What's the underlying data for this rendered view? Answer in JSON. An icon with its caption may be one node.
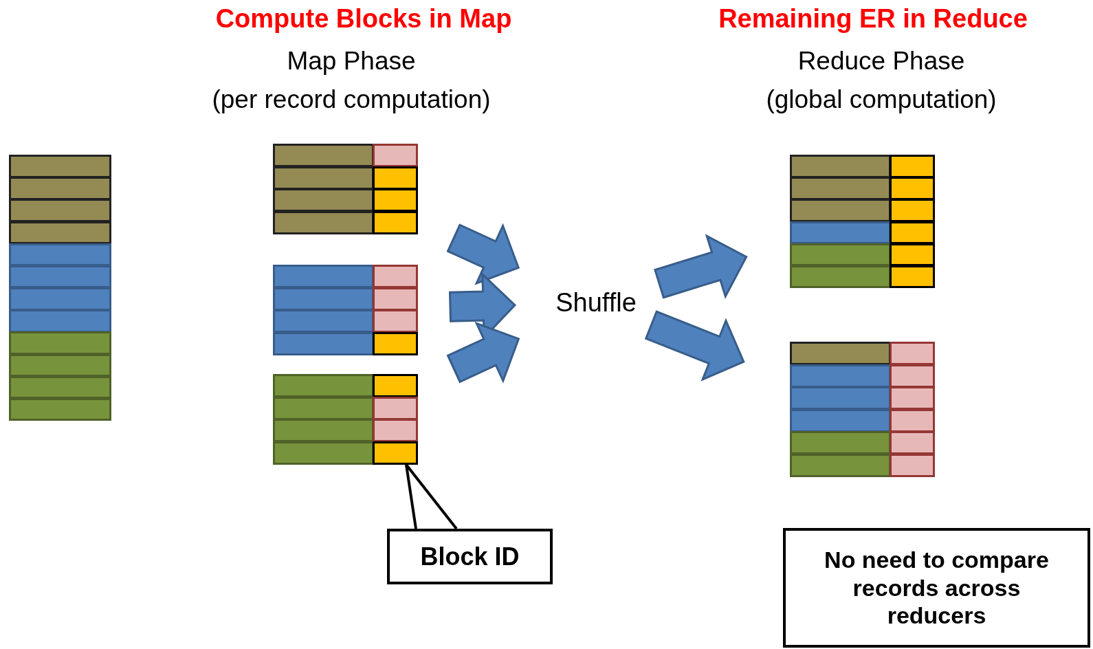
{
  "diagram": {
    "nodes": [
      {
        "text": [],
        "shape": "box"
      },
      {
        "text": [],
        "shape": "box"
      },
      {
        "text": [],
        "shape": "box"
      },
      {
        "text": [],
        "shape": "box"
      },
      {
        "text": [
          "Shuffle"
        ]
      },
      {
        "text": [],
        "shape": "box"
      },
      {
        "text": [],
        "shape": "box"
      },
      {
        "text": [
          "Block ID"
        ]
      },
      {
        "text": [
          "No need to compare records across reducers"
        ]
      }
    ],
    "edges": [
      {
        "from": 1,
        "to": 4,
        "arrow": "to"
      },
      {
        "from": 2,
        "to": 4,
        "arrow": "to"
      },
      {
        "from": 3,
        "to": 4,
        "arrow": "to"
      },
      {
        "from": 4,
        "to": 5,
        "arrow": "to"
      },
      {
        "from": 4,
        "to": 6,
        "arrow": "to"
      },
      {
        "from": 7,
        "to": null,
        "arrow": "to"
      }
    ],
    "labels": [
      "Compute Blocks in Map",
      "Map Phase",
      "(per record computation)",
      "Remaining ER in Reduce",
      "Reduce Phase",
      "(global computation)"
    ]
  }
}
